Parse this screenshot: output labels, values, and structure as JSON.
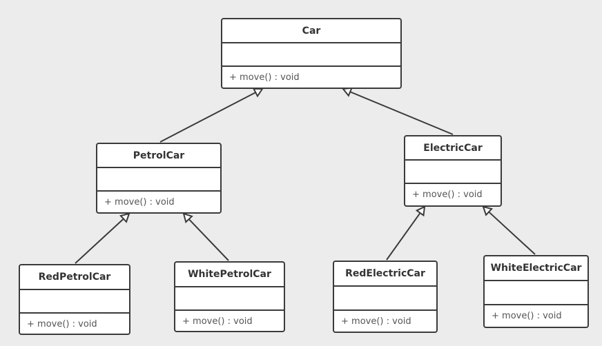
{
  "classes": {
    "car": {
      "name": "Car",
      "attributes": [],
      "operation": "+ move() : void"
    },
    "petrol_car": {
      "name": "PetrolCar",
      "attributes": [],
      "operation": "+ move() : void"
    },
    "electric_car": {
      "name": "ElectricCar",
      "attributes": [],
      "operation": "+ move() : void"
    },
    "red_petrol_car": {
      "name": "RedPetrolCar",
      "attributes": [],
      "operation": "+ move() : void"
    },
    "white_petrol_car": {
      "name": "WhitePetrolCar",
      "attributes": [],
      "operation": "+ move() : void"
    },
    "red_electric_car": {
      "name": "RedElectricCar",
      "attributes": [],
      "operation": "+ move() : void"
    },
    "white_electric_car": {
      "name": "WhiteElectricCar",
      "attributes": [],
      "operation": "+ move() : void"
    }
  },
  "relations": [
    {
      "type": "generalization",
      "from": "petrol_car",
      "to": "car"
    },
    {
      "type": "generalization",
      "from": "electric_car",
      "to": "car"
    },
    {
      "type": "generalization",
      "from": "red_petrol_car",
      "to": "petrol_car"
    },
    {
      "type": "generalization",
      "from": "white_petrol_car",
      "to": "petrol_car"
    },
    {
      "type": "generalization",
      "from": "red_electric_car",
      "to": "electric_car"
    },
    {
      "type": "generalization",
      "from": "white_electric_car",
      "to": "electric_car"
    }
  ],
  "colors": {
    "background": "#ececec",
    "box_fill": "#ffffff",
    "stroke": "#3a3a3a",
    "name_text": "#333333",
    "operation_text": "#555555"
  }
}
